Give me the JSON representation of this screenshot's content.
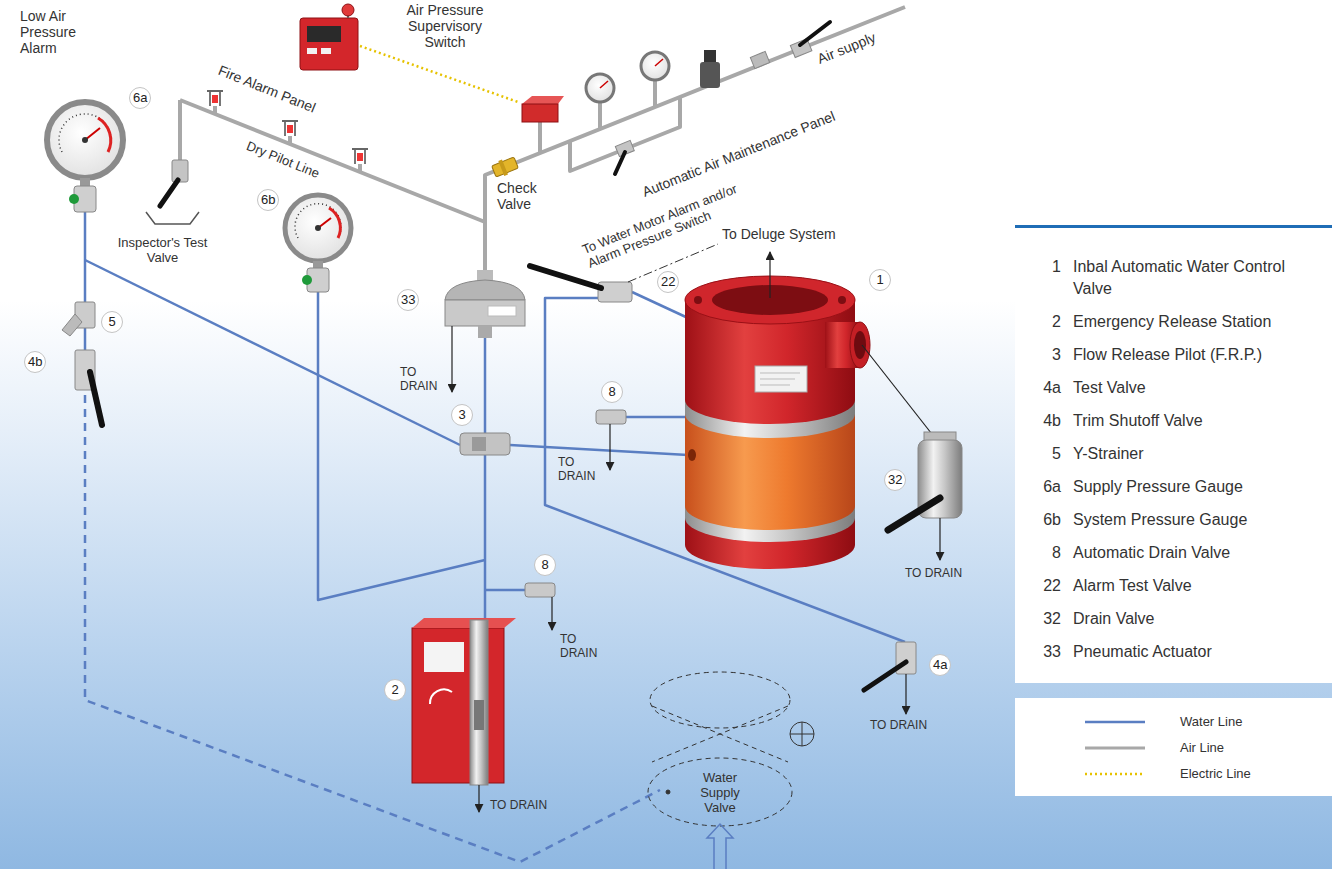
{
  "diagram": {
    "nodes": [
      {
        "text": [
          "1",
          "Inbal Automatic Water Control Valve",
          "2",
          "Emergency Release Station",
          "3",
          "Flow Release Pilot (F.R.P.)",
          "4a",
          "Test Valve",
          "4b",
          "Trim Shutoff Valve",
          "5",
          "Y-Strainer",
          "6a",
          "Supply Pressure Gauge",
          "6b",
          "System Pressure Gauge",
          "8",
          "Automatic Drain Valve",
          "22",
          "Alarm Test Valve",
          "32",
          "Drain Valve",
          "33",
          "Pneumatic Actuator"
        ]
      }
    ],
    "labels": [
      "Low Air Pressure Alarm",
      "Fire Alarm Panel",
      "Air Pressure Supervisory Switch",
      "Air supply",
      "Automatic Air Maintenance Panel",
      "Check Valve",
      "To Water Motor Alarm and/or Alarm Pressure Switch",
      "To Deluge System",
      "Dry Pilot Line",
      "Inspector's Test Valve",
      "6a",
      "6b",
      "33",
      "TO DRAIN",
      "22",
      "8",
      "TO DRAIN",
      "1",
      "5",
      "4b",
      "3",
      "8",
      "TO DRAIN",
      "2",
      "TO DRAIN",
      "32",
      "TO DRAIN",
      "4a",
      "TO DRAIN",
      "Water Supply Valve"
    ],
    "legend": [
      {
        "text": "Water Line"
      },
      {
        "text": "Air Line"
      },
      {
        "text": "Electric Line"
      }
    ]
  }
}
